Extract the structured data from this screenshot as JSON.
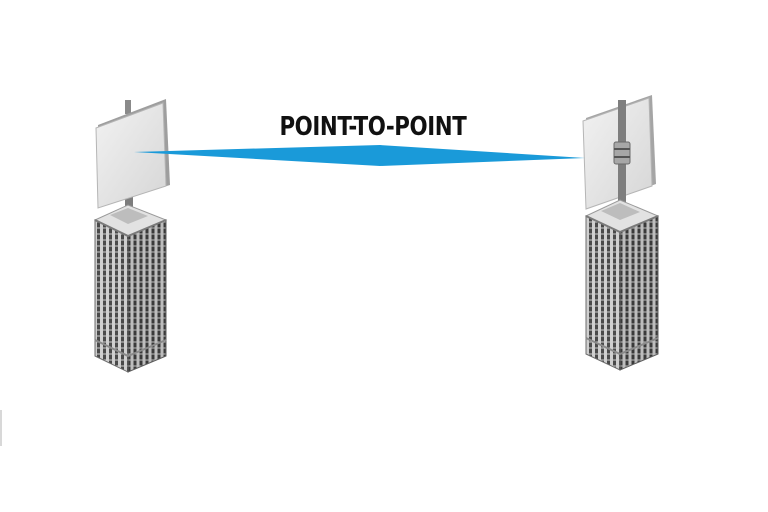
{
  "diagram": {
    "title": "POINT-TO-POINT",
    "link_color": "#1a9ad9",
    "nodes": [
      {
        "name": "left-site",
        "equipment": "panel-antenna"
      },
      {
        "name": "right-site",
        "equipment": "mast-antenna"
      }
    ],
    "edges": [
      {
        "from": "left-site",
        "to": "right-site",
        "kind": "wireless-link"
      }
    ]
  }
}
